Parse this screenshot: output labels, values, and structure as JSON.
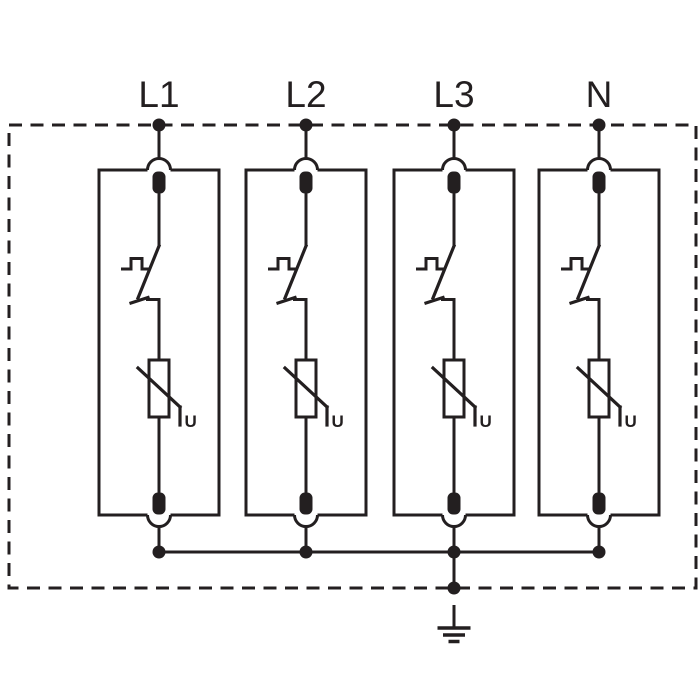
{
  "diagram": {
    "description": "Four-pole surge protective device circuit diagram",
    "colors": {
      "line": "#231f20",
      "background": "#ffffff"
    },
    "icons": [
      "junction-dot",
      "terminal-clamp",
      "thermal-disconnector",
      "varistor",
      "earth-ground",
      "dashed-enclosure"
    ],
    "branches": [
      {
        "label": "L1",
        "varistor_label": "U"
      },
      {
        "label": "L2",
        "varistor_label": "U"
      },
      {
        "label": "L3",
        "varistor_label": "U"
      },
      {
        "label": "N",
        "varistor_label": "U"
      }
    ]
  }
}
